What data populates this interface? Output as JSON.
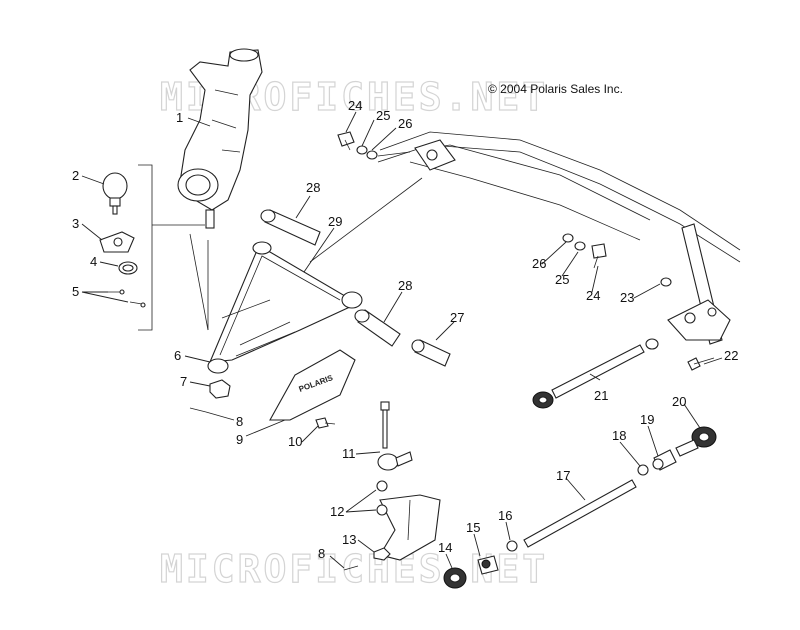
{
  "copyright": "© 2004 Polaris Sales Inc.",
  "watermark": "MICROFICHES.NET",
  "skid_plate_logo": "POLARIS",
  "callouts": {
    "c1": "1",
    "c2": "2",
    "c3": "3",
    "c4": "4",
    "c5": "5",
    "c6": "6",
    "c7": "7",
    "c8a": "8",
    "c8b": "8",
    "c9": "9",
    "c10": "10",
    "c11": "11",
    "c12": "12",
    "c13": "13",
    "c14": "14",
    "c15": "15",
    "c16": "16",
    "c17": "17",
    "c18": "18",
    "c19": "19",
    "c20": "20",
    "c21": "21",
    "c22": "22",
    "c23": "23",
    "c24a": "24",
    "c24b": "24",
    "c25a": "25",
    "c25b": "25",
    "c26a": "26",
    "c26b": "26",
    "c27": "27",
    "c28a": "28",
    "c28b": "28",
    "c29": "29"
  }
}
